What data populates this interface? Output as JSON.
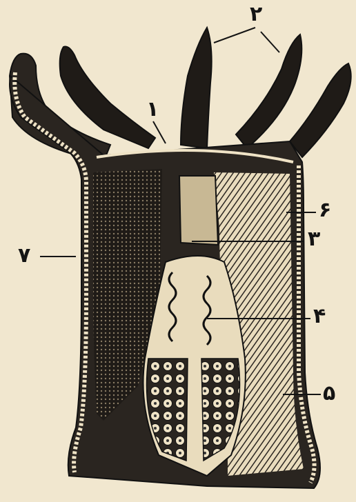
{
  "figure": {
    "labels": {
      "l1": "۱",
      "l2": "۲",
      "l3": "۳",
      "l4": "۴",
      "l5": "۵",
      "l6": "۶",
      "l7": "۷"
    }
  },
  "colors": {
    "paper": "#f1e7cf",
    "ink": "#141414",
    "wall": "#2a2520"
  }
}
